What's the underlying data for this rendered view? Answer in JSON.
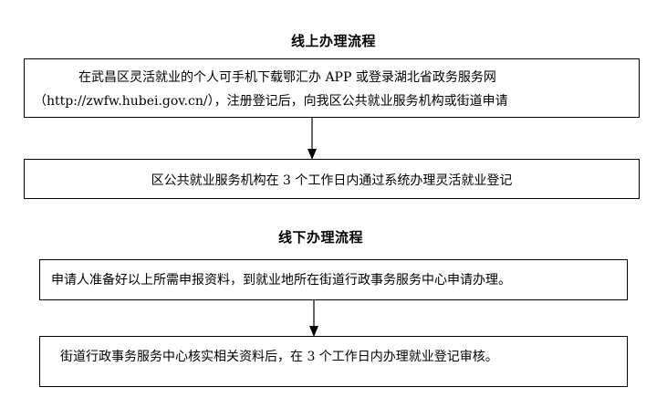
{
  "online": {
    "title": "线上办理流程",
    "step1_line1": "在武昌区灵活就业的个人可手机下载鄂汇办 APP 或登录湖北省政务服务网",
    "step1_line2": "（http://zwfw.hubei.gov.cn/），注册登记后，向我区公共就业服务机构或街道申请",
    "step2": "区公共就业服务机构在 3 个工作日内通过系统办理灵活就业登记"
  },
  "offline": {
    "title": "线下办理流程",
    "step1": "申请人准备好以上所需申报资料，到就业地所在街道行政事务服务中心申请办理。",
    "step2": "街道行政事务服务中心核实相关资料后，在 3 个工作日内办理就业登记审核。"
  }
}
